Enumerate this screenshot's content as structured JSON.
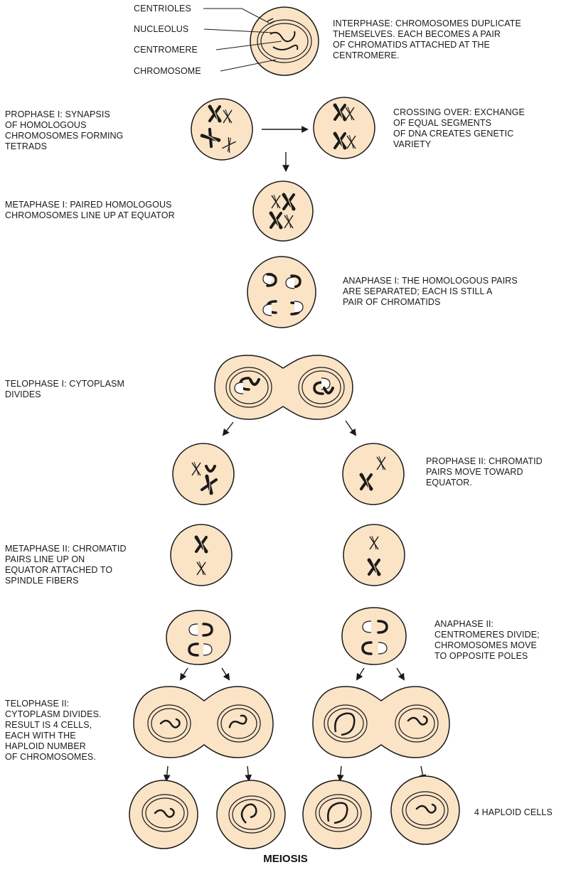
{
  "labels": {
    "centrioles": "CENTRIOLES",
    "nucleolus": "NUCLEOLUS",
    "centromere": "CENTROMERE",
    "chromosome": "CHROMOSOME",
    "interphase": "INTERPHASE: CHROMOSOMES DUPLICATE\nTHEMSELVES. EACH BECOMES A PAIR\nOF CHROMATIDS ATTACHED AT THE\nCENTROMERE.",
    "prophase1": "PROPHASE I: SYNAPSIS\nOF HOMOLOGOUS\nCHROMOSOMES FORMING\nTETRADS",
    "crossing_over": "CROSSING OVER: EXCHANGE\nOF EQUAL SEGMENTS\nOF DNA CREATES GENETIC\nVARIETY",
    "metaphase1": "METAPHASE I: PAIRED HOMOLOGOUS\nCHROMOSOMES LINE UP AT EQUATOR",
    "anaphase1": "ANAPHASE I: THE HOMOLOGOUS PAIRS\nARE SEPARATED; EACH IS STILL A\nPAIR OF CHROMATIDS",
    "telophase1": "TELOPHASE I: CYTOPLASM\nDIVIDES",
    "prophase2": "PROPHASE II: CHROMATID\nPAIRS MOVE TOWARD\nEQUATOR.",
    "metaphase2": "METAPHASE II: CHROMATID\nPAIRS LINE UP ON\nEQUATOR ATTACHED TO\nSPINDLE FIBERS",
    "anaphase2": "ANAPHASE II:\nCENTROMERES DIVIDE;\nCHROMOSOMES MOVE\nTO OPPOSITE POLES",
    "telophase2": "TELOPHASE II:\nCYTOPLASM DIVIDES.\nRESULT IS 4 CELLS,\nEACH WITH THE\nHAPLOID NUMBER\nOF CHROMOSOMES.",
    "haploid": "4 HAPLOID CELLS"
  },
  "title": "MEIOSIS",
  "colors": {
    "cell_fill": "#fbe3c6",
    "outline": "#1a1a1a",
    "chromosome": "#1a1a1a"
  }
}
